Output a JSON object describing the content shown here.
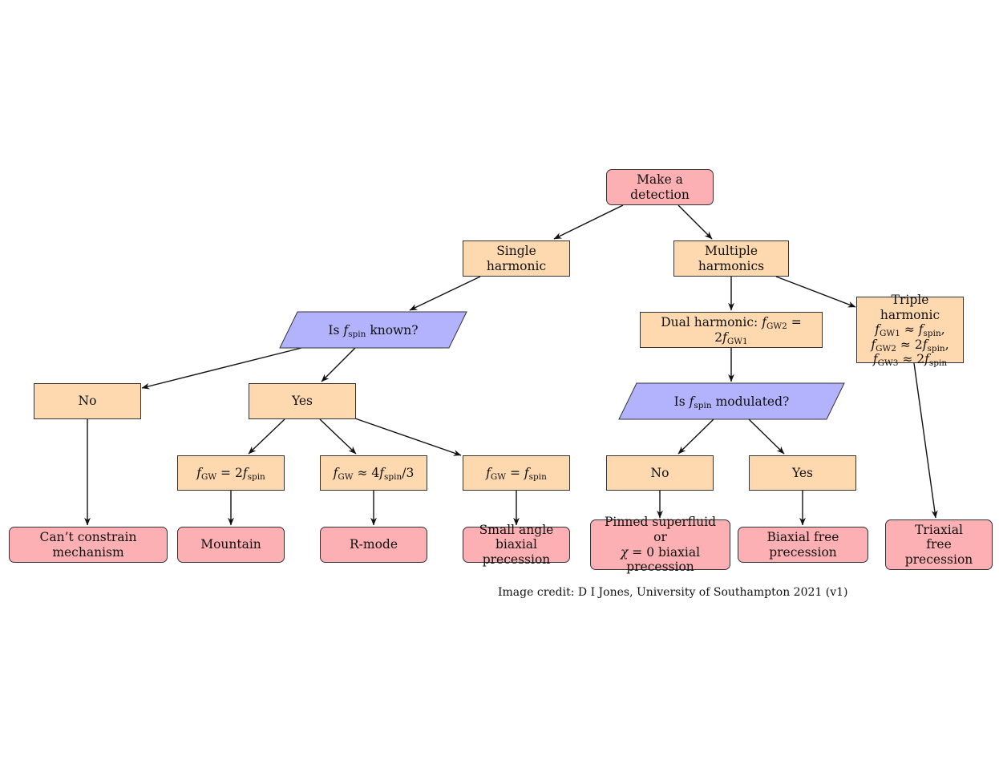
{
  "nodes": {
    "make_detection": "Make a detection",
    "single_harmonic": "Single harmonic",
    "multiple_harmonics": "Multiple harmonics",
    "is_fspin_known": {
      "pre": "Is ",
      "f": "f",
      "sub": "spin",
      "post": " known?"
    },
    "dual_harmonic": {
      "pre": "Dual harmonic: ",
      "f1": "f",
      "sub1": "GW2",
      "mid": " = 2",
      "f2": "f",
      "sub2": "GW1"
    },
    "triple_harmonic": {
      "title": "Triple harmonic",
      "line1": {
        "f1": "f",
        "sub1": "GW1",
        "rel": " ≈ ",
        "f2": "f",
        "sub2": "spin",
        "tail": ","
      },
      "line2": {
        "f1": "f",
        "sub1": "GW2",
        "rel": " ≈ 2",
        "f2": "f",
        "sub2": "spin",
        "tail": ","
      },
      "line3": {
        "f1": "f",
        "sub1": "GW3",
        "rel": " ≈ 2",
        "f2": "f",
        "sub2": "spin",
        "tail": ""
      }
    },
    "no_left": "No",
    "yes_left": "Yes",
    "is_fspin_modulated": {
      "pre": "Is ",
      "f": "f",
      "sub": "spin",
      "post": " modulated?"
    },
    "fgw_2fspin": {
      "f1": "f",
      "sub1": "GW",
      "rel": " = 2",
      "f2": "f",
      "sub2": "spin",
      "tail": ""
    },
    "fgw_4fspin3": {
      "f1": "f",
      "sub1": "GW",
      "rel": " ≈ 4",
      "f2": "f",
      "sub2": "spin",
      "tail": "/3"
    },
    "fgw_fspin": {
      "f1": "f",
      "sub1": "GW",
      "rel": " = ",
      "f2": "f",
      "sub2": "spin",
      "tail": ""
    },
    "no_right": "No",
    "yes_right": "Yes",
    "cant_constrain": "Can’t constrain mechanism",
    "mountain": "Mountain",
    "r_mode": "R-mode",
    "small_angle": {
      "line1": "Small angle",
      "line2": "biaxial precession"
    },
    "pinned_superfluid": {
      "line1": "Pinned superfluid",
      "line2": "or",
      "chi": "χ",
      "line3": " = 0 biaxial precession"
    },
    "biaxial_free": "Biaxial free precession",
    "triaxial": {
      "line1": "Triaxial",
      "line2": "free",
      "line3": "precession"
    }
  },
  "credit": "Image credit: D I Jones, University of Southampton 2021 (v1)",
  "colors": {
    "terminal": "#fdb0b4",
    "process": "#fed9b0",
    "decision": "#b2b2fd",
    "line": "#111111"
  }
}
